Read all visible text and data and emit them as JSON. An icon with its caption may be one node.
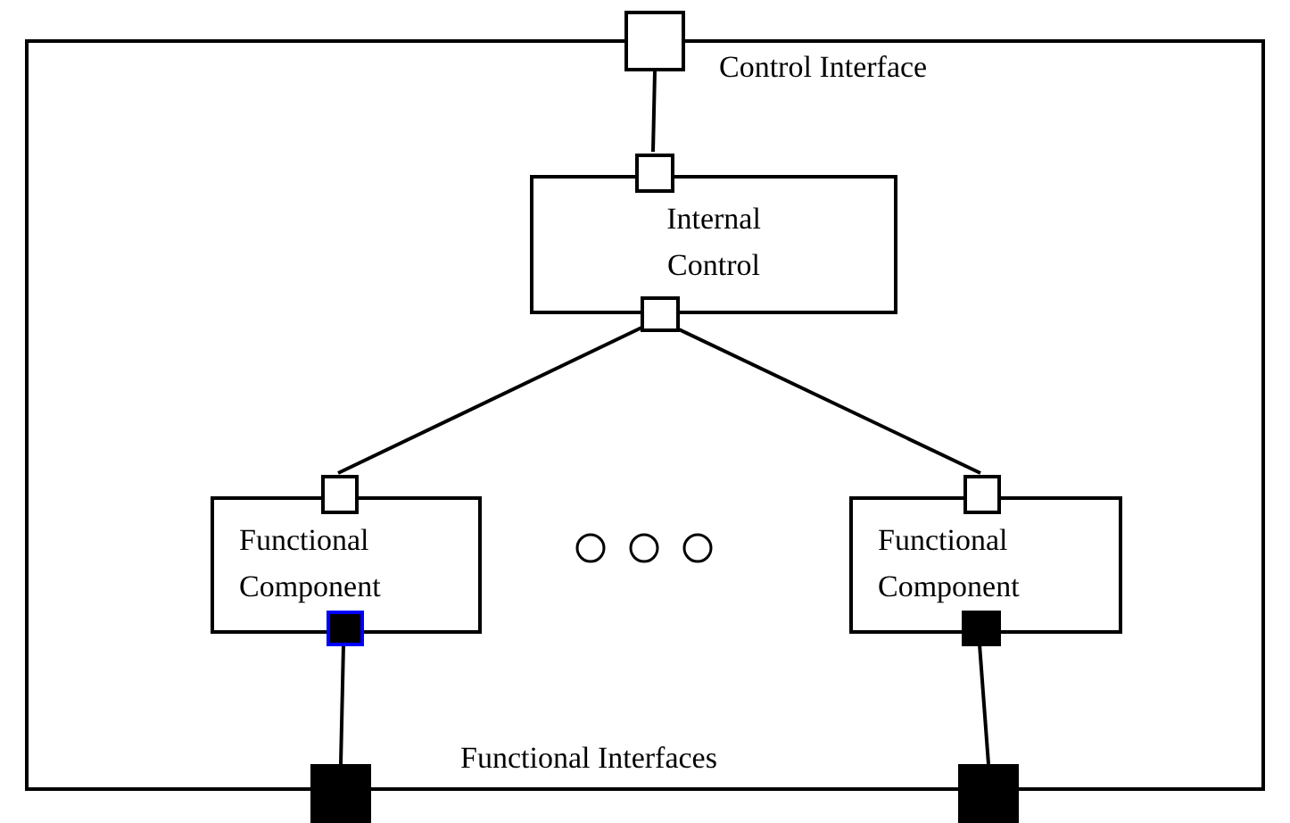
{
  "diagram": {
    "nodes": [
      {
        "text": [],
        "shape": "box"
      },
      {
        "text": [],
        "shape": "box"
      },
      {
        "text": [
          "Internal Control"
        ],
        "in": 0
      },
      {
        "text": [],
        "shape": "box",
        "in": 0
      },
      {
        "text": [],
        "shape": "box",
        "in": 0
      },
      {
        "text": [
          "Functional Component"
        ],
        "in": 0
      },
      {
        "text": [],
        "shape": "box",
        "in": 0
      },
      {
        "text": [],
        "shape": "box",
        "in": 0
      },
      {
        "text": [
          "Functional Component"
        ],
        "in": 0
      },
      {
        "text": [],
        "shape": "box",
        "in": 0
      },
      {
        "text": [],
        "shape": "box",
        "in": 0
      },
      {
        "text": [],
        "shape": "box"
      },
      {
        "text": [],
        "shape": "box"
      }
    ],
    "edges": [
      {
        "from": 1,
        "to": 3,
        "arrow": "none"
      },
      {
        "from": 4,
        "to": 6,
        "arrow": "none"
      },
      {
        "from": 4,
        "to": 9,
        "arrow": "none"
      },
      {
        "from": 7,
        "to": 11,
        "arrow": "none"
      },
      {
        "from": 10,
        "to": 12,
        "arrow": "none"
      }
    ],
    "labels": [
      "Control Interface",
      "Functional Interfaces"
    ]
  }
}
